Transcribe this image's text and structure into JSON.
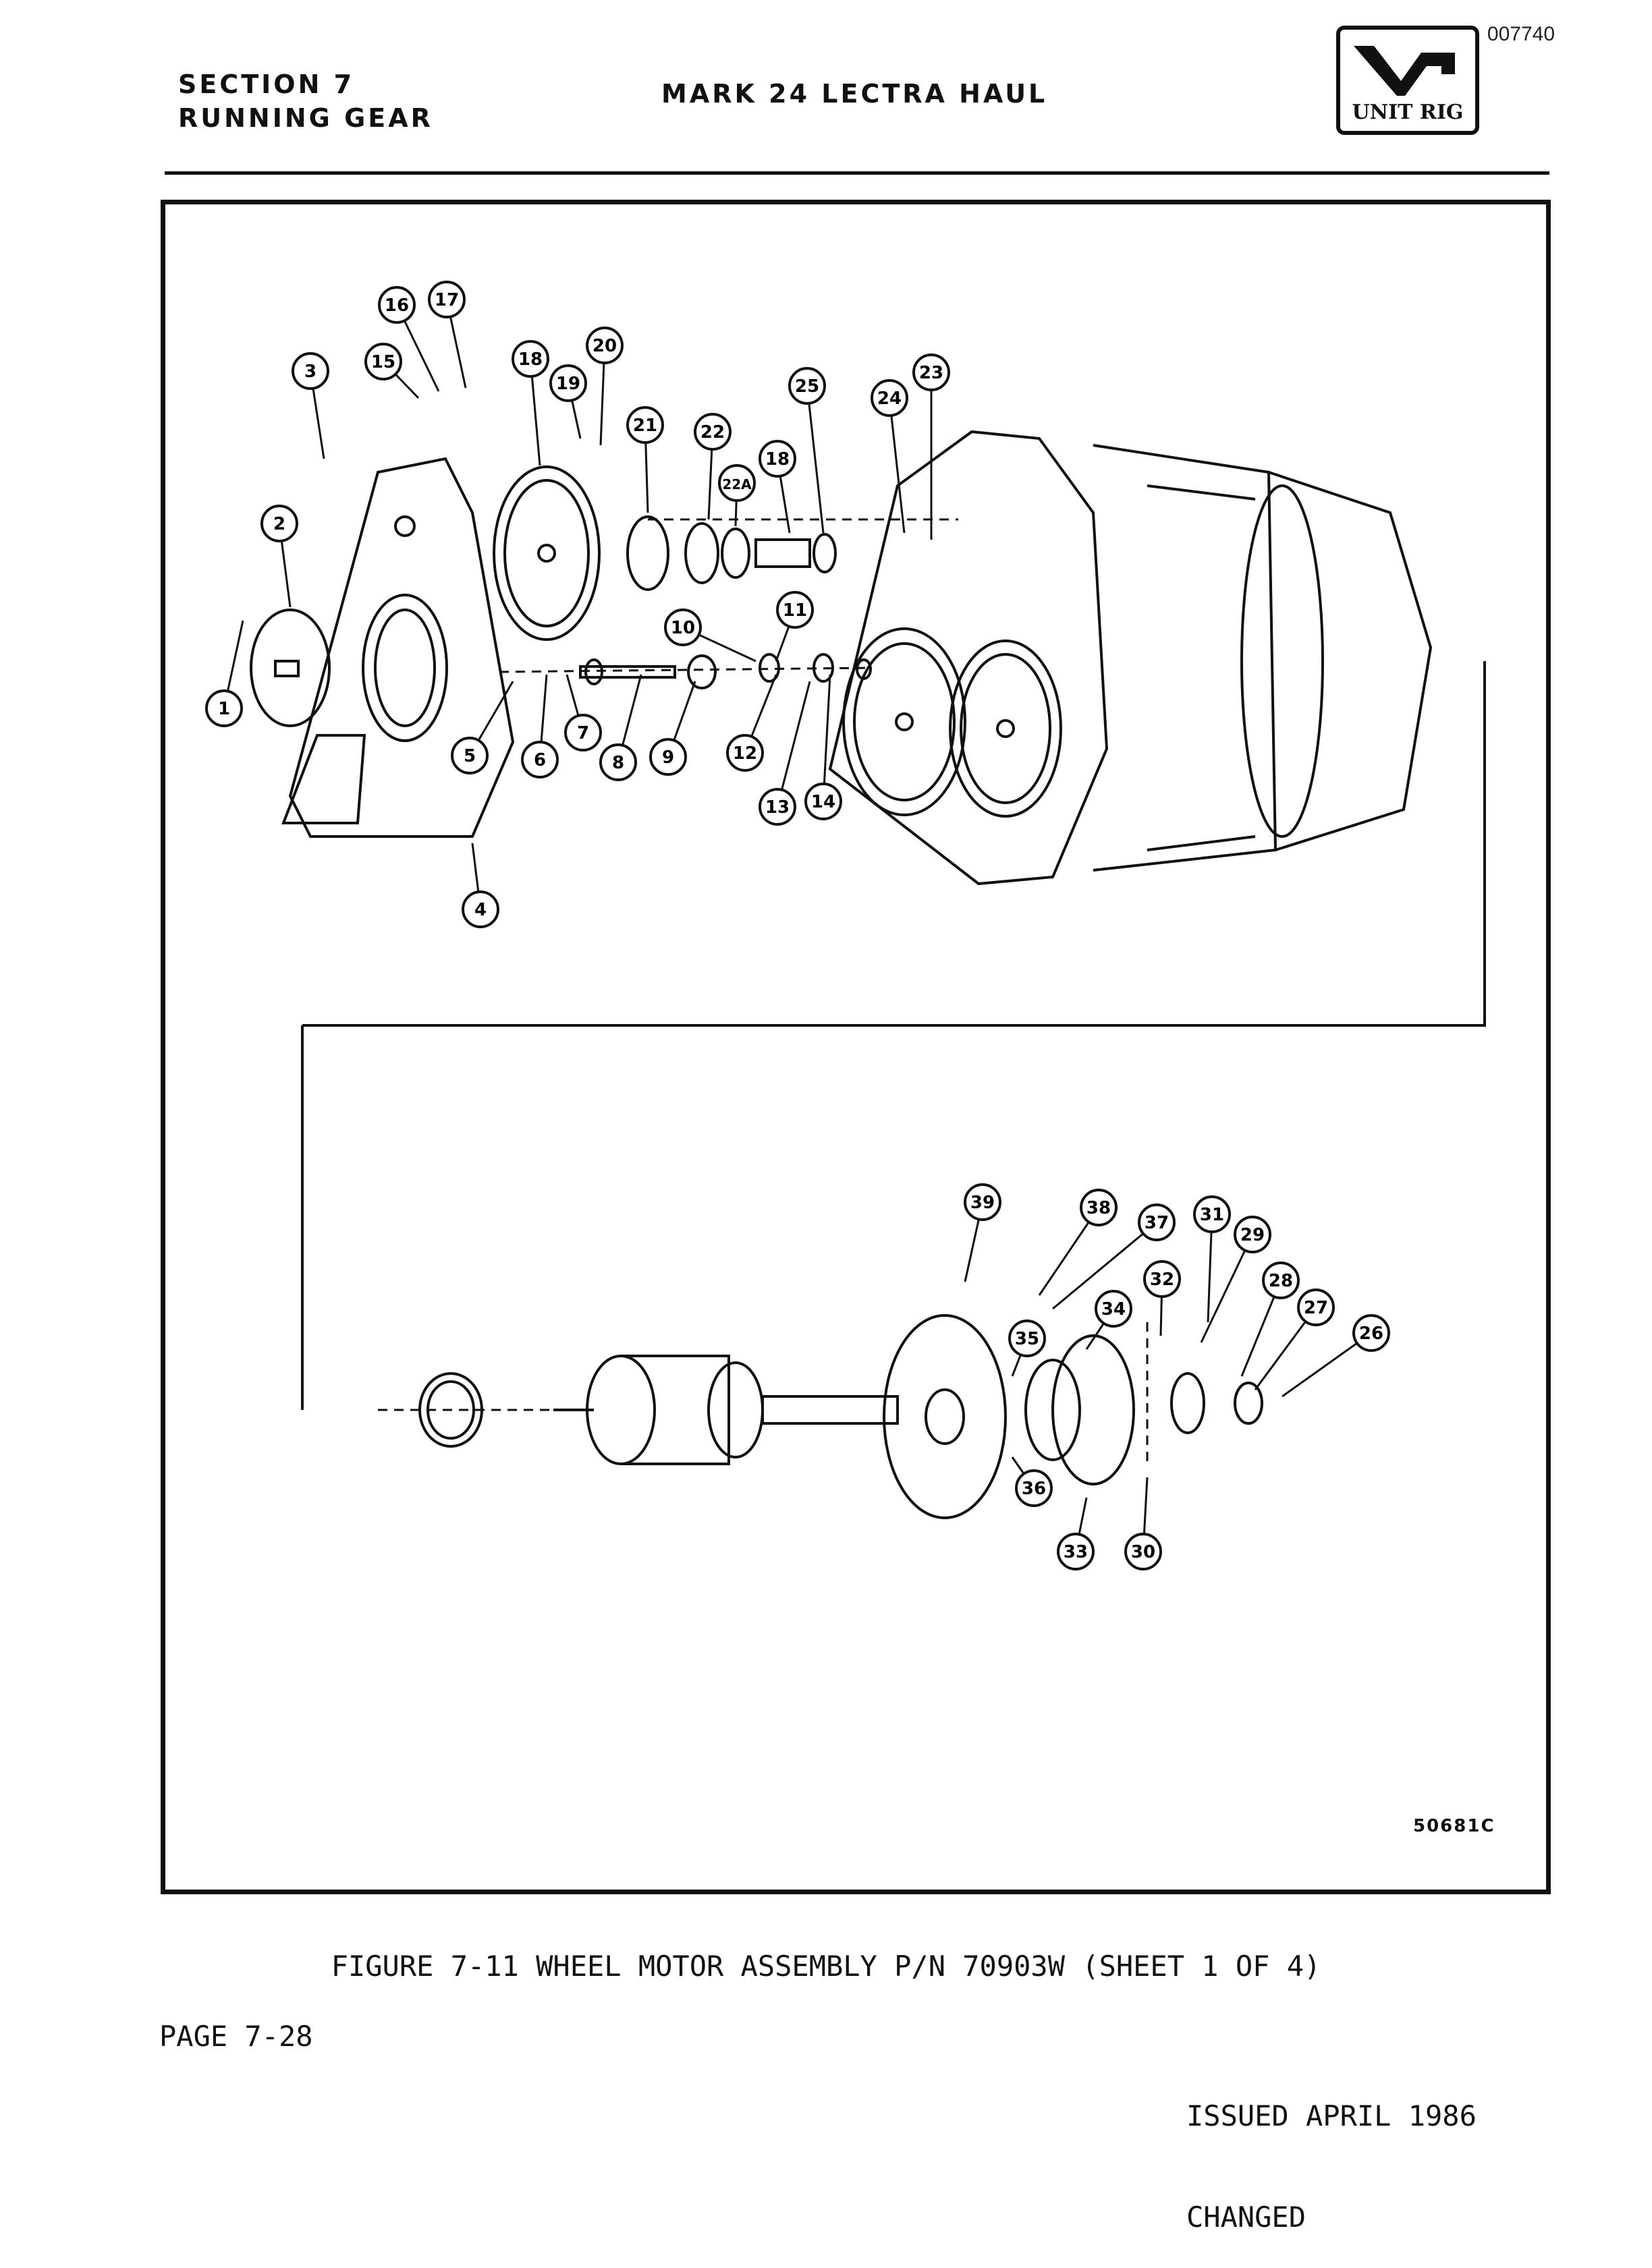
{
  "document_id": "007740",
  "header": {
    "section_line1": "SECTION 7",
    "section_line2": "RUNNING GEAR",
    "title": "MARK 24 LECTRA HAUL",
    "logo_text": "UNIT RIG"
  },
  "figure": {
    "drawing_number": "50681C",
    "caption": "FIGURE 7-11 WHEEL MOTOR ASSEMBLY P/N 70903W (SHEET 1 OF 4)",
    "callouts": [
      "1",
      "2",
      "3",
      "4",
      "5",
      "6",
      "7",
      "8",
      "9",
      "10",
      "11",
      "12",
      "13",
      "14",
      "15",
      "16",
      "17",
      "18",
      "19",
      "20",
      "21",
      "22",
      "22A",
      "18",
      "25",
      "24",
      "23",
      "39",
      "38",
      "37",
      "31",
      "29",
      "32",
      "28",
      "27",
      "26",
      "34",
      "35",
      "36",
      "33",
      "30"
    ]
  },
  "footer": {
    "page": "PAGE 7-28",
    "issued": "ISSUED APRIL 1986",
    "changed": "CHANGED"
  }
}
